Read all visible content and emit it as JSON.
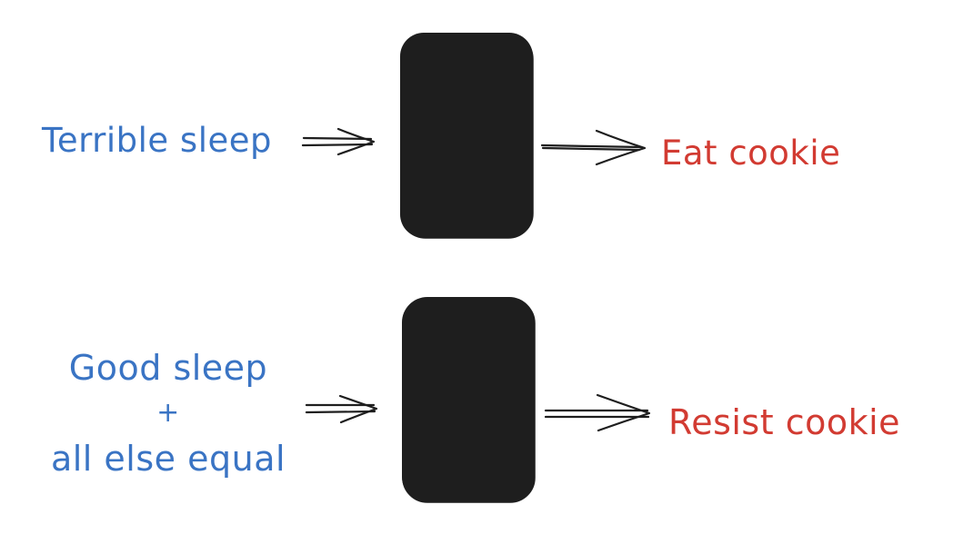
{
  "colors": {
    "input_text": "#3a74c4",
    "output_text": "#d23b32",
    "box_fill": "#1e1e1e",
    "stroke": "#1e1e1e",
    "background": "#ffffff"
  },
  "row1": {
    "input": "Terrible sleep",
    "output": "Eat cookie"
  },
  "row2": {
    "input_line1": "Good sleep",
    "input_line2": "+",
    "input_line3": "all else equal",
    "output": "Resist cookie"
  },
  "icons": [
    "black-box",
    "double-arrow"
  ]
}
